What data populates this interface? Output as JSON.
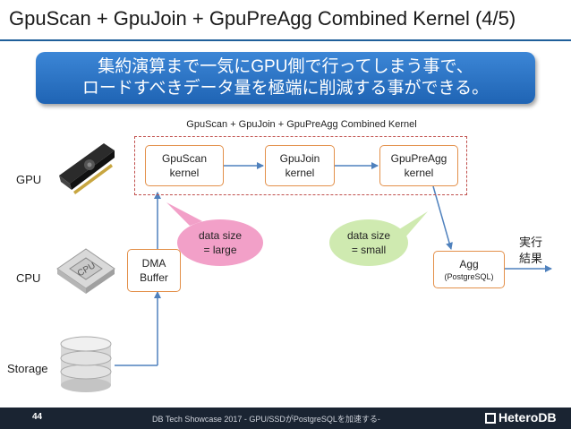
{
  "slide": {
    "title": "GpuScan + GpuJoin + GpuPreAgg Combined Kernel (4/5)",
    "banner_line1": "集約演算まで一気にGPU側で行ってしまう事で、",
    "banner_line2": "ロードすべきデータ量を極端に削減する事ができる。"
  },
  "diagram": {
    "kernel_group_caption": "GpuScan + GpuJoin + GpuPreAgg Combined Kernel",
    "gpuscan": {
      "line1": "GpuScan",
      "line2": "kernel"
    },
    "gpujoin": {
      "line1": "GpuJoin",
      "line2": "kernel"
    },
    "gpupreagg": {
      "line1": "GpuPreAgg",
      "line2": "kernel"
    },
    "dma": {
      "line1": "DMA",
      "line2": "Buffer"
    },
    "agg": {
      "line1": "Agg",
      "line2": "(PostgreSQL)"
    },
    "bubble_large": {
      "line1": "data size",
      "line2": "= large"
    },
    "bubble_small": {
      "line1": "data size",
      "line2": "= small"
    },
    "result": {
      "line1": "実行",
      "line2": "結果"
    },
    "labels": {
      "gpu": "GPU",
      "cpu": "CPU",
      "storage": "Storage"
    },
    "chip_text": "CPU",
    "icons": [
      "gpu-card-icon",
      "cpu-chip-icon",
      "storage-cylinder-icon"
    ],
    "colors": {
      "box_border": "#e3904a",
      "arrow": "#4f81bd",
      "bubble_pink": "#f2a0c8",
      "bubble_green": "#cfeab0",
      "dashed": "#c0504d"
    }
  },
  "footer": {
    "page_number": "44",
    "text": "DB Tech Showcase 2017 - GPU/SSDがPostgreSQLを加速する-",
    "logo": "HeteroDB"
  }
}
